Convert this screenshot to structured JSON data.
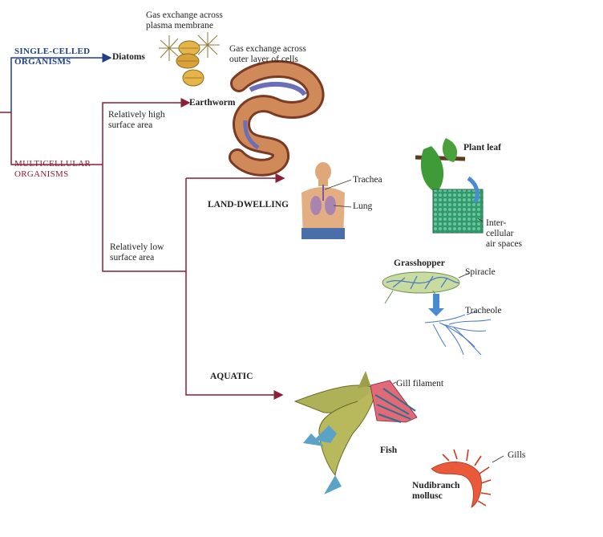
{
  "colors": {
    "blue_branch": "#1f3f86",
    "red_branch": "#8b1f35"
  },
  "labels": {
    "single_celled": "SINGLE-CELLED\nORGANISMS",
    "multicellular": "MULTICELLULAR\nORGANISMS",
    "diatoms": "Diatoms",
    "diatom_note": "Gas exchange across\nplasma membrane",
    "earthworm_note": "Gas exchange across\nouter layer of cells",
    "earthworm": "Earthworm",
    "high_surface": "Relatively high\nsurface area",
    "low_surface": "Relatively low\nsurface area",
    "land": "LAND-DWELLING",
    "aquatic": "AQUATIC",
    "trachea": "Trachea",
    "lung": "Lung",
    "plant_leaf": "Plant leaf",
    "intercellular": "Inter-\ncellular\nair spaces",
    "grasshopper": "Grasshopper",
    "spiracle": "Spiracle",
    "tracheole": "Tracheole",
    "gill_filament": "Gill filament",
    "fish": "Fish",
    "gills": "Gills",
    "nudibranch": "Nudibranch\nmollusc"
  },
  "illustrations": [
    "diatom-illustration",
    "earthworm-illustration",
    "human-torso-illustration",
    "plant-leaf-illustration",
    "grasshopper-illustration",
    "tracheole-illustration",
    "fish-illustration",
    "gill-filament-illustration",
    "nudibranch-illustration"
  ]
}
